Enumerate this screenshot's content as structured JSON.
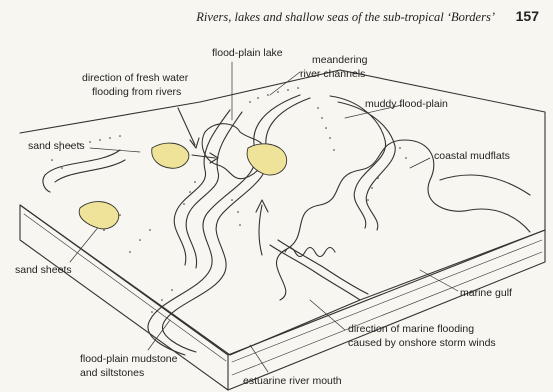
{
  "header": {
    "title": "Rivers, lakes and shallow seas of the sub-tropical ‘Borders’",
    "page_number": "157"
  },
  "labels": {
    "flood_plain_lake": "flood-plain lake",
    "meandering_1": "meandering",
    "meandering_2": "river channels",
    "fresh_water_1": "direction of fresh water",
    "fresh_water_2": "flooding from rivers",
    "muddy_flood_plain": "muddy flood-plain",
    "sand_sheets_upper": "sand sheets",
    "coastal_mudflats": "coastal mudflats",
    "sand_sheets_lower": "sand sheets",
    "marine_gulf": "marine gulf",
    "marine_flooding_1": "direction of marine flooding",
    "marine_flooding_2": "caused by onshore storm winds",
    "mudstone_1": "flood-plain mudstone",
    "mudstone_2": "and siltstones",
    "estuarine_mouth": "estuarine river mouth"
  },
  "colors": {
    "paper": "#f7f6f1",
    "line": "#333333",
    "sand": "#efe39a"
  }
}
